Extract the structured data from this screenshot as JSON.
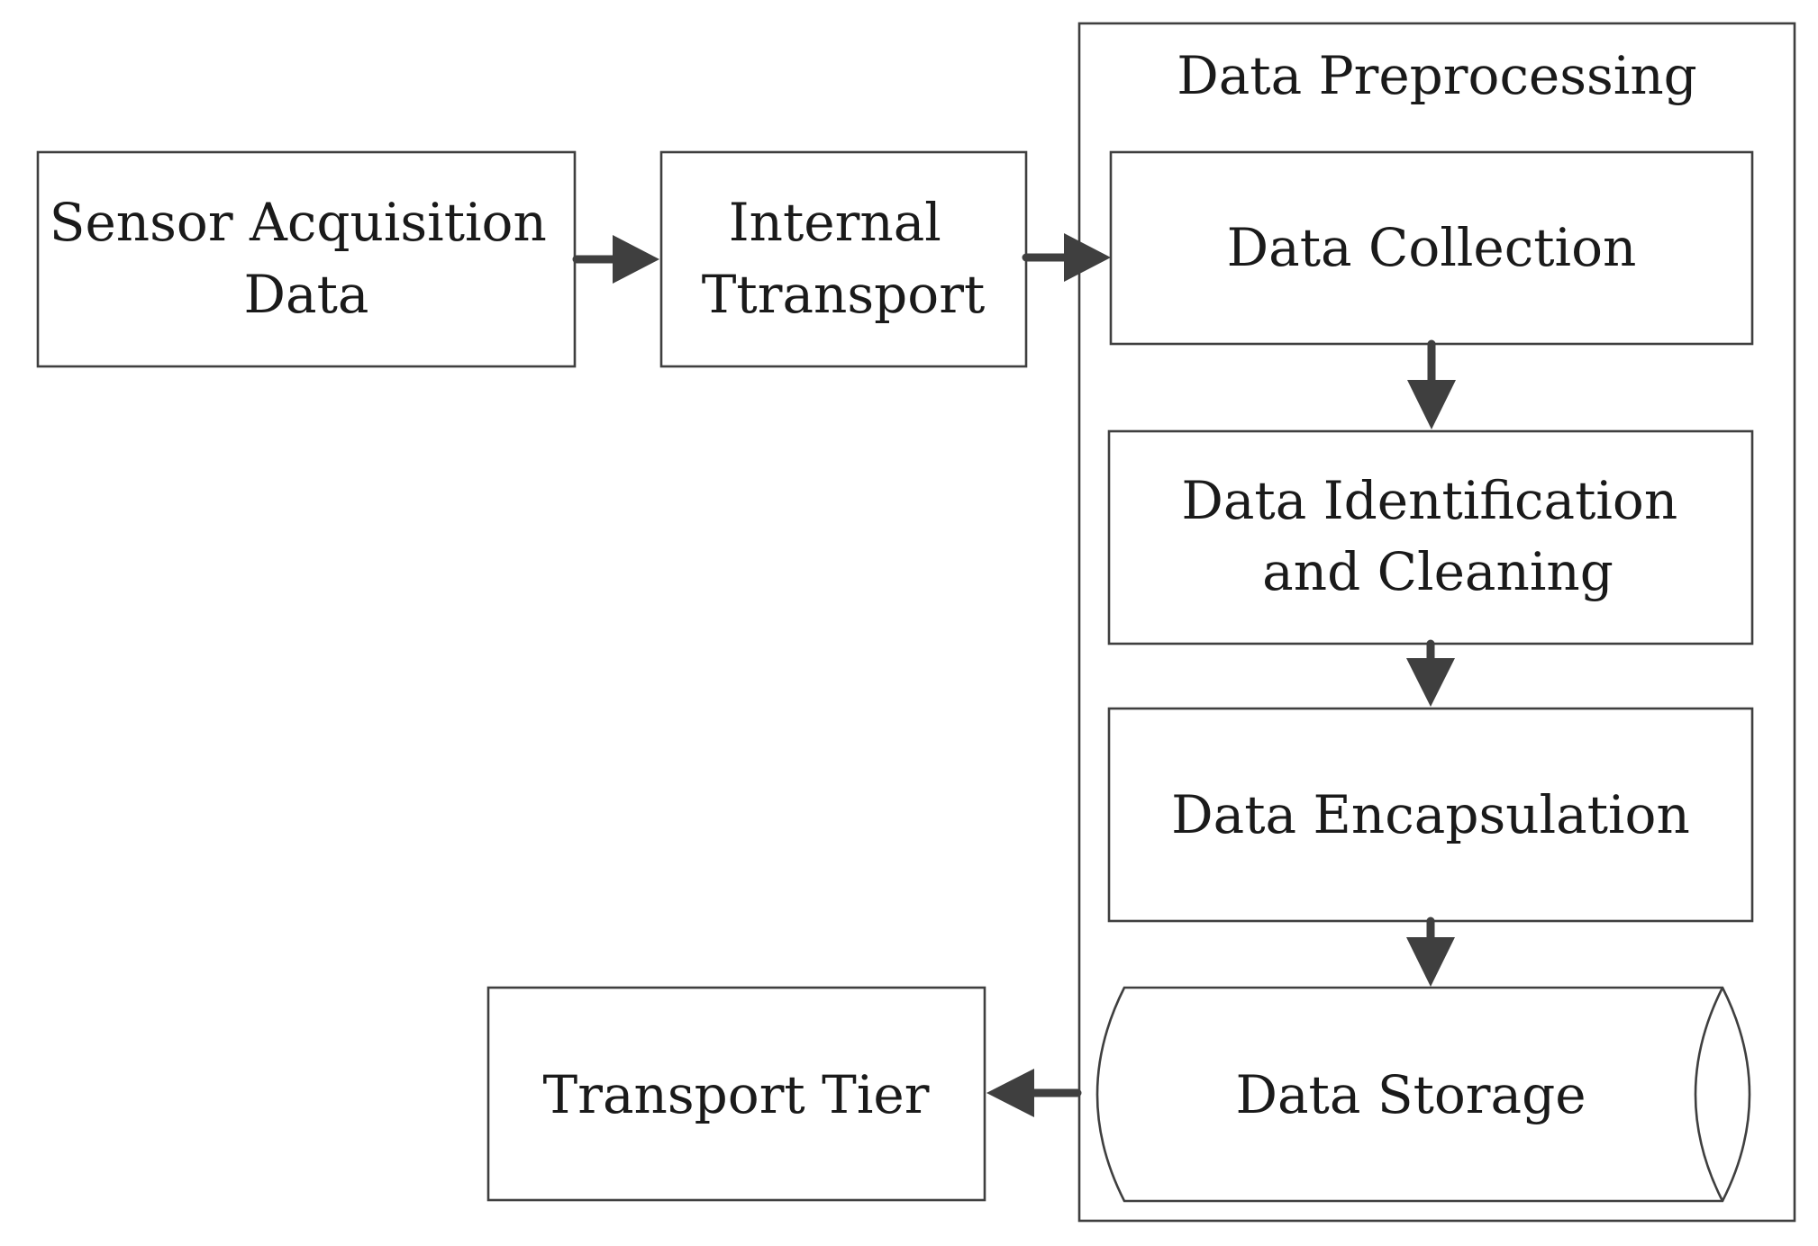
{
  "diagram": {
    "group": {
      "title": "Data Preprocessing"
    },
    "nodes": {
      "sensor": {
        "lines": [
          "Sensor Acquisition",
          "Data"
        ]
      },
      "internal": {
        "lines": [
          "Internal",
          "Ttransport"
        ]
      },
      "collection": {
        "lines": [
          "Data Collection"
        ]
      },
      "identification": {
        "lines": [
          "Data Identification",
          "and Cleaning"
        ]
      },
      "encapsulation": {
        "lines": [
          "Data Encapsulation"
        ]
      },
      "storage": {
        "lines": [
          "Data Storage"
        ]
      },
      "transport": {
        "lines": [
          "Transport Tier"
        ]
      }
    },
    "edges": [
      {
        "from": "Sensor Acquisition Data",
        "to": "Internal Ttransport"
      },
      {
        "from": "Internal Ttransport",
        "to": "Data Collection"
      },
      {
        "from": "Data Collection",
        "to": "Data Identification and Cleaning"
      },
      {
        "from": "Data Identification and Cleaning",
        "to": "Data Encapsulation"
      },
      {
        "from": "Data Encapsulation",
        "to": "Data Storage"
      },
      {
        "from": "Data Storage",
        "to": "Transport Tier"
      }
    ],
    "colors": {
      "stroke": "#3f3f3f",
      "text": "#1a1a1a",
      "background": "#ffffff"
    }
  }
}
